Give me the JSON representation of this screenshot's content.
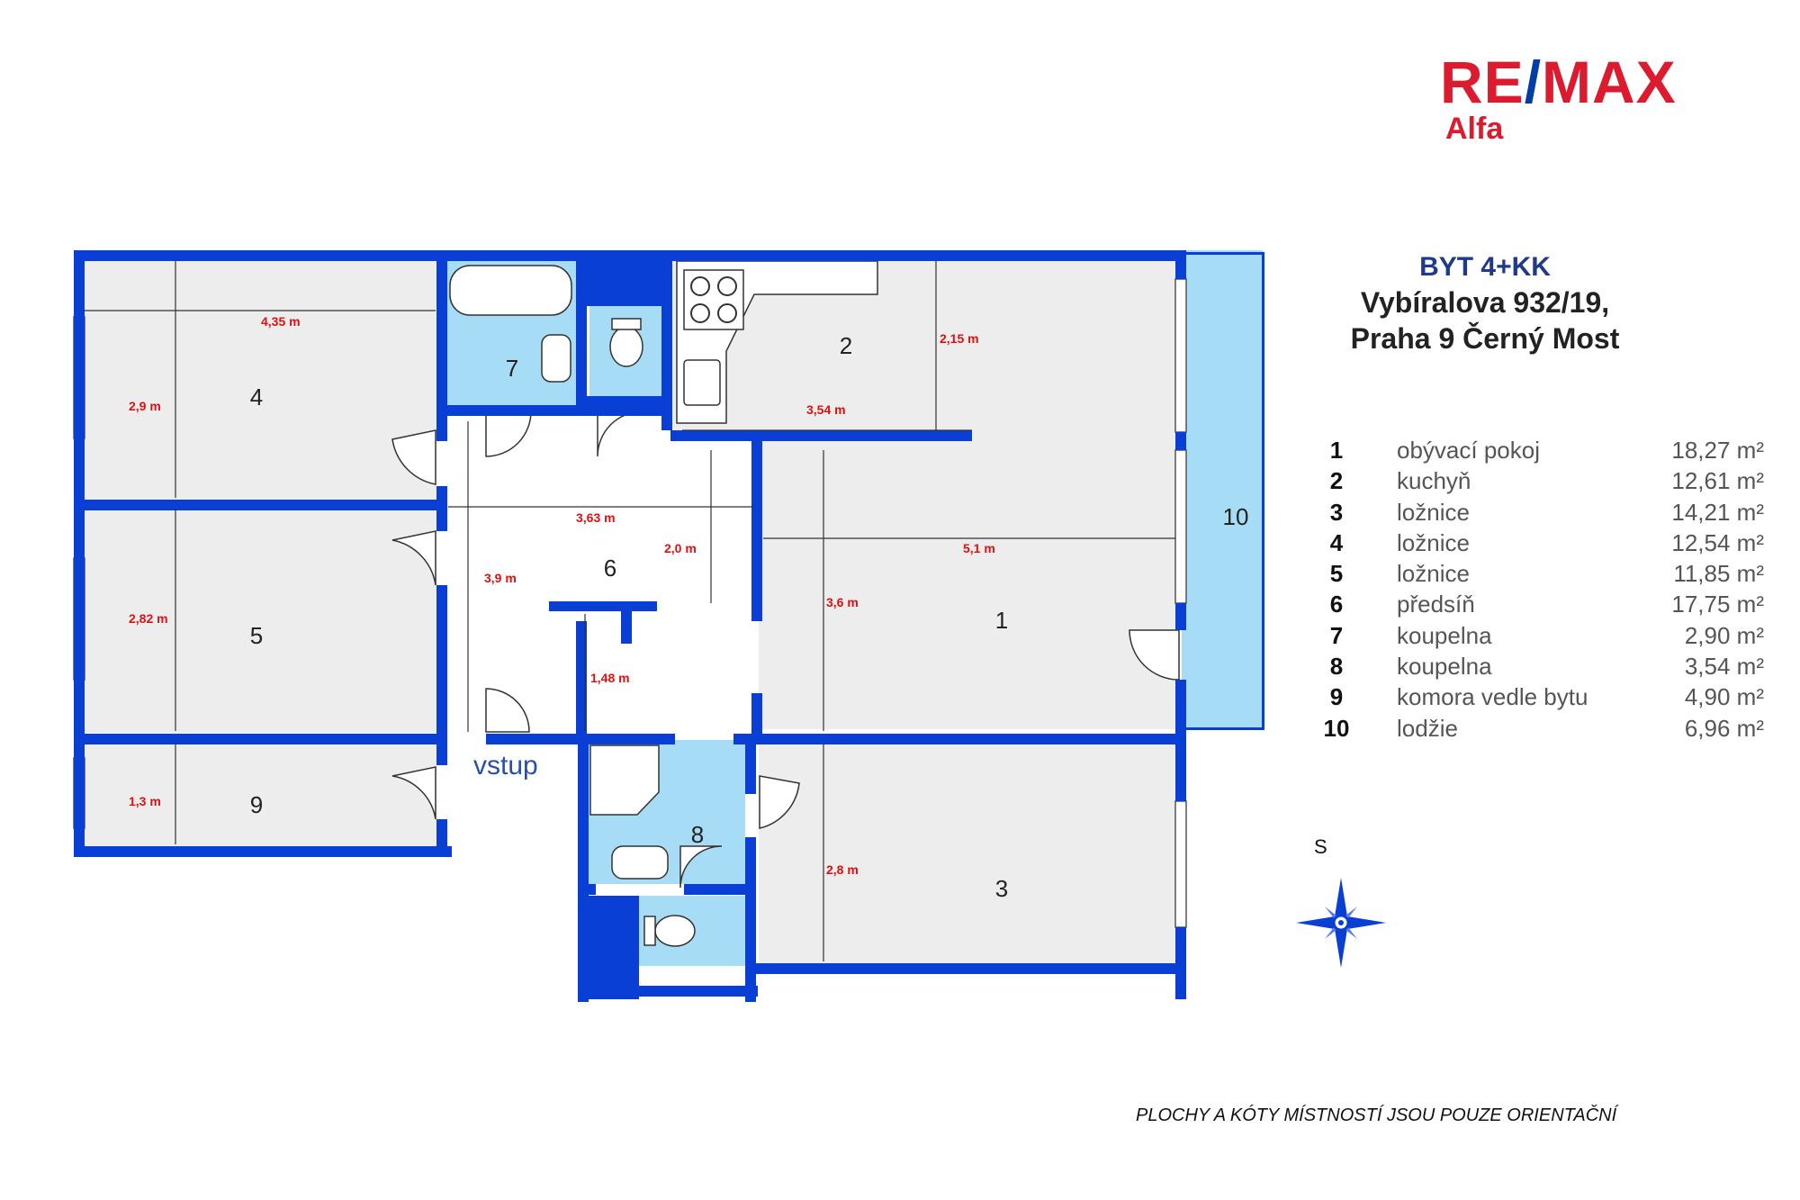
{
  "brand": {
    "logo_prefix": "RE",
    "logo_slash": "/",
    "logo_suffix": "MAX",
    "branch": "Alfa",
    "colors": {
      "red": "#dc1c2e",
      "blue": "#003da5"
    }
  },
  "title": {
    "line1": "BYT 4+KK",
    "line2": "Vybíralova 932/19,",
    "line3": "Praha 9 Černý Most"
  },
  "rooms": [
    {
      "num": "1",
      "name": "obývací pokoj",
      "area": "18,27 m²"
    },
    {
      "num": "2",
      "name": "kuchyň",
      "area": "12,61 m²"
    },
    {
      "num": "3",
      "name": "ložnice",
      "area": "14,21 m²"
    },
    {
      "num": "4",
      "name": "ložnice",
      "area": "12,54 m²"
    },
    {
      "num": "5",
      "name": "ložnice",
      "area": "11,85 m²"
    },
    {
      "num": "6",
      "name": "předsíň",
      "area": "17,75 m²"
    },
    {
      "num": "7",
      "name": "koupelna",
      "area": "2,90 m²"
    },
    {
      "num": "8",
      "name": "koupelna",
      "area": "3,54 m²"
    },
    {
      "num": "9",
      "name": "komora vedle bytu",
      "area": "4,90 m²"
    },
    {
      "num": "10",
      "name": "lodžie",
      "area": "6,96 m²"
    }
  ],
  "plan": {
    "entrance_label": "vstup",
    "dimensions": {
      "room4_width": "4,35 m",
      "room4_depth": "2,9 m",
      "room5_depth": "2,82 m",
      "room9_depth": "1,3 m",
      "hall_width": "3,63 m",
      "hall_depth": "3,9 m",
      "hall_step": "2,0 m",
      "hall_small": "1,48 m",
      "kitchen_width": "3,54 m",
      "kitchen_depth": "2,15 m",
      "living_width": "5,1 m",
      "living_depth": "3,6 m",
      "room3_depth": "2,8 m"
    },
    "colors": {
      "wall": "#0a3fd6",
      "floor": "#ededed",
      "bath": "#a6dcf5",
      "dimension_text": "#e01010"
    }
  },
  "compass": {
    "label": "S"
  },
  "disclaimer": "PLOCHY A KÓTY MÍSTNOSTÍ JSOU POUZE ORIENTAČNÍ"
}
